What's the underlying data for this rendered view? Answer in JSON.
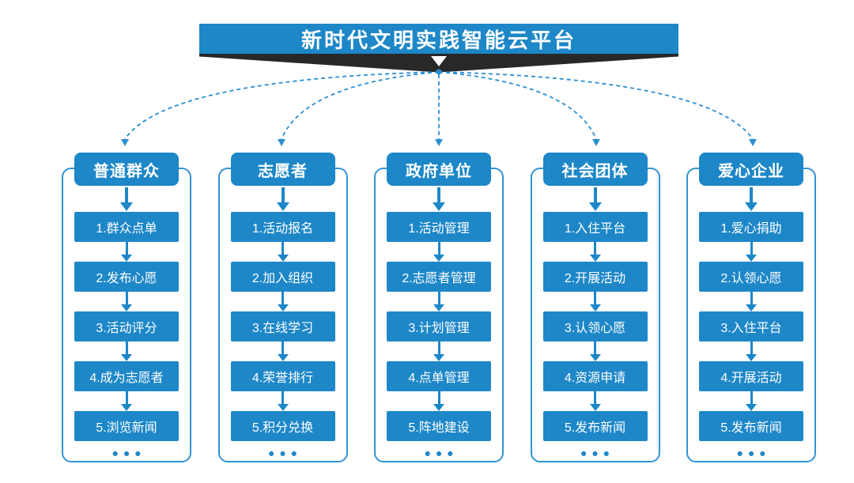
{
  "title": "新时代文明实践智能云平台",
  "colors": {
    "primary": "#1d87c8",
    "arrow": "#2b8fd1",
    "outline": "#3393d3",
    "ribbon": "#282828",
    "background": "#ffffff"
  },
  "columns": [
    {
      "header": "普通群众",
      "steps": [
        "1.群众点单",
        "2.发布心愿",
        "3.活动评分",
        "4.成为志愿者",
        "5.浏览新闻"
      ],
      "ellipsis": "•••"
    },
    {
      "header": "志愿者",
      "steps": [
        "1.活动报名",
        "2.加入组织",
        "3.在线学习",
        "4.荣誉排行",
        "5.积分兑换"
      ],
      "ellipsis": "•••"
    },
    {
      "header": "政府单位",
      "steps": [
        "1.活动管理",
        "2.志愿者管理",
        "3.计划管理",
        "4.点单管理",
        "5.阵地建设"
      ],
      "ellipsis": "•••"
    },
    {
      "header": "社会团体",
      "steps": [
        "1.入住平台",
        "2.开展活动",
        "3.认领心愿",
        "4.资源申请",
        "5.发布新闻"
      ],
      "ellipsis": "•••"
    },
    {
      "header": "爱心企业",
      "steps": [
        "1.爱心捐助",
        "2.认领心愿",
        "3.入住平台",
        "4.开展活动",
        "5.发布新闻"
      ],
      "ellipsis": "•••"
    }
  ]
}
